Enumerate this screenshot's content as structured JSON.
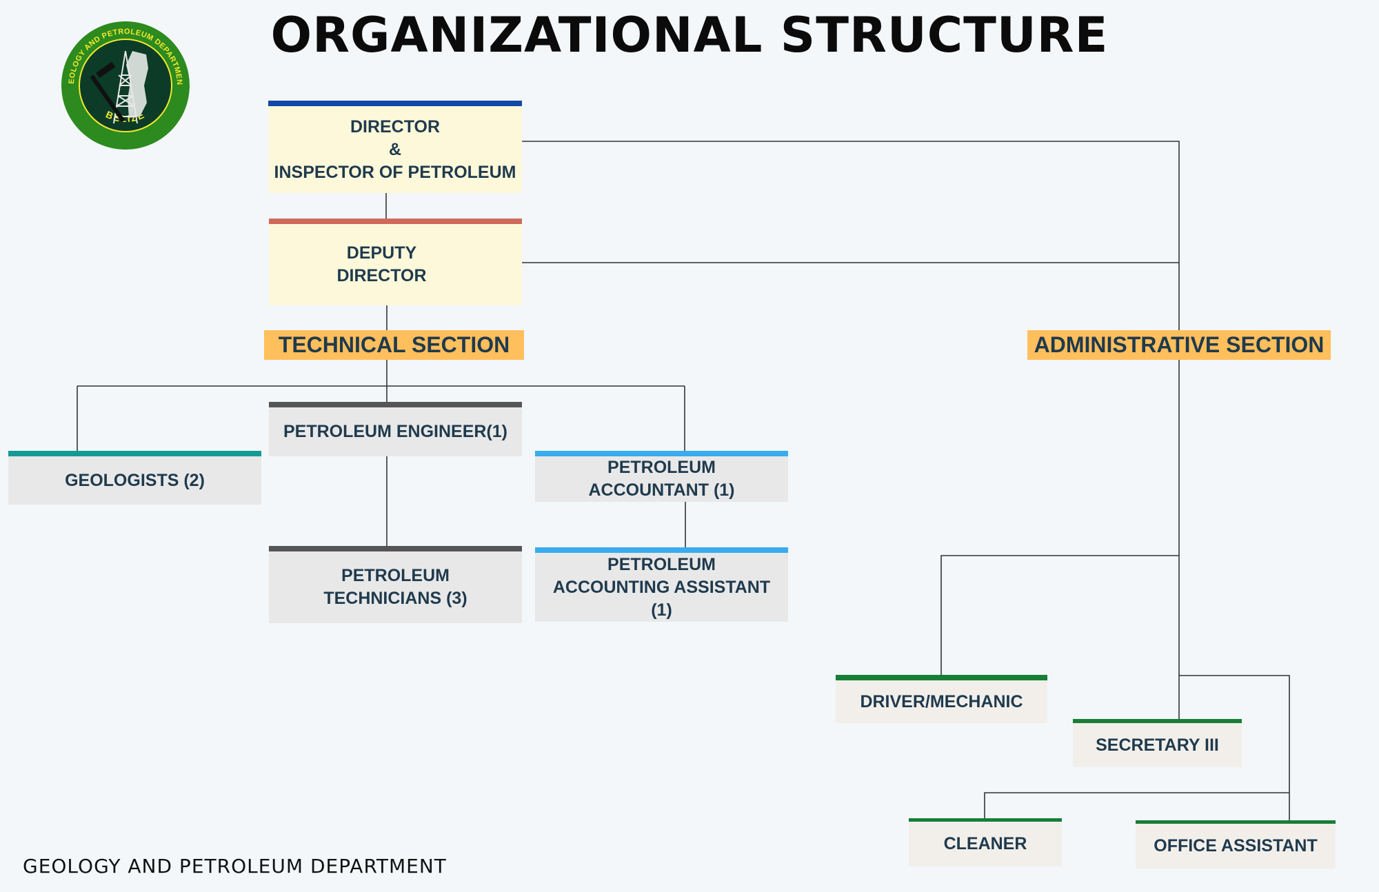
{
  "title": "ORGANIZATIONAL STRUCTURE",
  "footer": "GEOLOGY AND PETROLEUM DEPARTMENT",
  "logo": {
    "ring_text": "GEOLOGY AND PETROLEUM DEPARTMENT",
    "bottom_text": "BELIZE",
    "colors": {
      "ring": "#2d8a1f",
      "inner": "#0c3b28",
      "text": "#f2ea2d"
    }
  },
  "colors": {
    "director_bar": "#1249a8",
    "deputy_bar": "#d0695b",
    "dark_bar": "#555555",
    "teal_bar": "#149b93",
    "blue_bar": "#39acef",
    "green_bar": "#177e36",
    "section_bg": "#ffbf5c",
    "text": "#1f3a4d",
    "connector": "#333333"
  },
  "nodes": {
    "director": {
      "lines": [
        "DIRECTOR",
        "&",
        "INSPECTOR OF PETROLEUM"
      ]
    },
    "deputy": {
      "lines": [
        "DEPUTY",
        "DIRECTOR"
      ]
    },
    "technical_section": "TECHNICAL SECTION",
    "administrative_section": "ADMINISTRATIVE SECTION",
    "petroleum_engineer": {
      "lines": [
        "PETROLEUM ENGINEER(1)"
      ]
    },
    "geologists": {
      "lines": [
        "GEOLOGISTS (2)"
      ]
    },
    "petroleum_accountant": {
      "lines": [
        "PETROLEUM",
        "ACCOUNTANT (1)"
      ]
    },
    "petroleum_technicians": {
      "lines": [
        "PETROLEUM",
        "TECHNICIANS (3)"
      ]
    },
    "accounting_assistant": {
      "lines": [
        "PETROLEUM",
        "ACCOUNTING ASSISTANT",
        "(1)"
      ]
    },
    "driver_mechanic": {
      "lines": [
        "DRIVER/MECHANIC"
      ]
    },
    "secretary": {
      "lines": [
        "SECRETARY III"
      ]
    },
    "cleaner": {
      "lines": [
        "CLEANER"
      ]
    },
    "office_assistant": {
      "lines": [
        "OFFICE ASSISTANT"
      ]
    }
  }
}
